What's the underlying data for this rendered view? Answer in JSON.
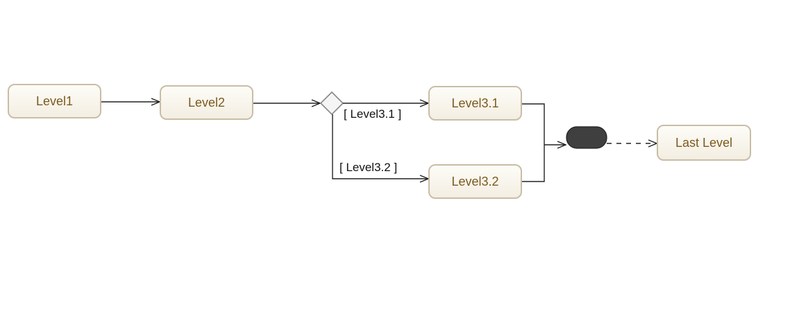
{
  "diagram": {
    "nodes": {
      "level1": "Level1",
      "level2": "Level2",
      "level3_1": "Level3.1",
      "level3_2": "Level3.2",
      "last_level": "Last Level"
    },
    "guards": {
      "to_level3_1": "[ Level3.1 ]",
      "to_level3_2": "[ Level3.2 ]"
    },
    "colors": {
      "node_border": "#c9bda6",
      "node_text": "#7b5a1e",
      "line": "#222222",
      "merge_bar": "#3f3f3f",
      "decision_fill": "#f5f5f5"
    }
  }
}
